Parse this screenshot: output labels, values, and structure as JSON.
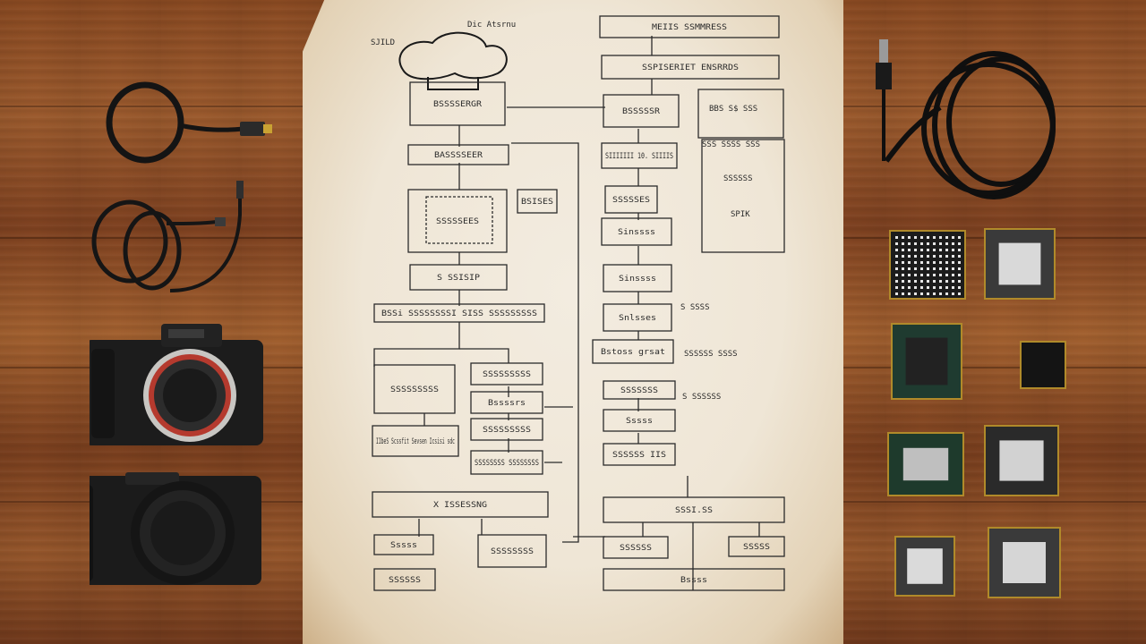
{
  "scene": {
    "background": "wooden-table",
    "colors": {
      "wood": "#8a4a22",
      "paper": "#efe6d6",
      "ink": "#2b2b2b"
    }
  },
  "paper": {
    "header_left": "SJILD",
    "header_right": "Dic Atsrnu",
    "boxes": [
      "MEIIS SSMMRESS",
      "SSPISERIET ENSRRDS",
      "BSSSSERGR",
      "BSSSSSR",
      "BASSSSEER",
      "SIIIIIII 10. SIIIIS",
      "SSSSSEES",
      "BSISES",
      "SSSSSES",
      "S SSISIP",
      "Sinssss",
      "BSSi SSSSSSSSI SISS SSSSSSSSS",
      "Sinssss",
      "Snlsses",
      "SSSSSSSSS",
      "Bstoss grsat",
      "SSSSSSSSS",
      "Bssssrs",
      "SSSSSSSSS",
      "SSSSSSS",
      "SSSSSSSS SSSSSSSS",
      "Sssss",
      "SSSSSS IIS",
      "IIbeS Scssfit Sevsen Icsisi sdc",
      "X ISSESSNG",
      "SSSI.SS",
      "Sssss",
      "SSSSSSSS",
      "SSSSSS",
      "SSSSS",
      "SSSSSS",
      "Bssss"
    ],
    "side_notes": [
      "BBS S$ SSS",
      "SSS SSSS SSS",
      "SSSSSS",
      "SPIK",
      "S SSSS",
      "SSSSSS SSSS",
      "S SSSSSS"
    ]
  },
  "objects": {
    "left": [
      "coiled-usb-cable",
      "coiled-audio-cable",
      "mirrorless-camera",
      "dslr-camera"
    ],
    "right": [
      "black-hdmi-cable",
      "microchips"
    ]
  }
}
